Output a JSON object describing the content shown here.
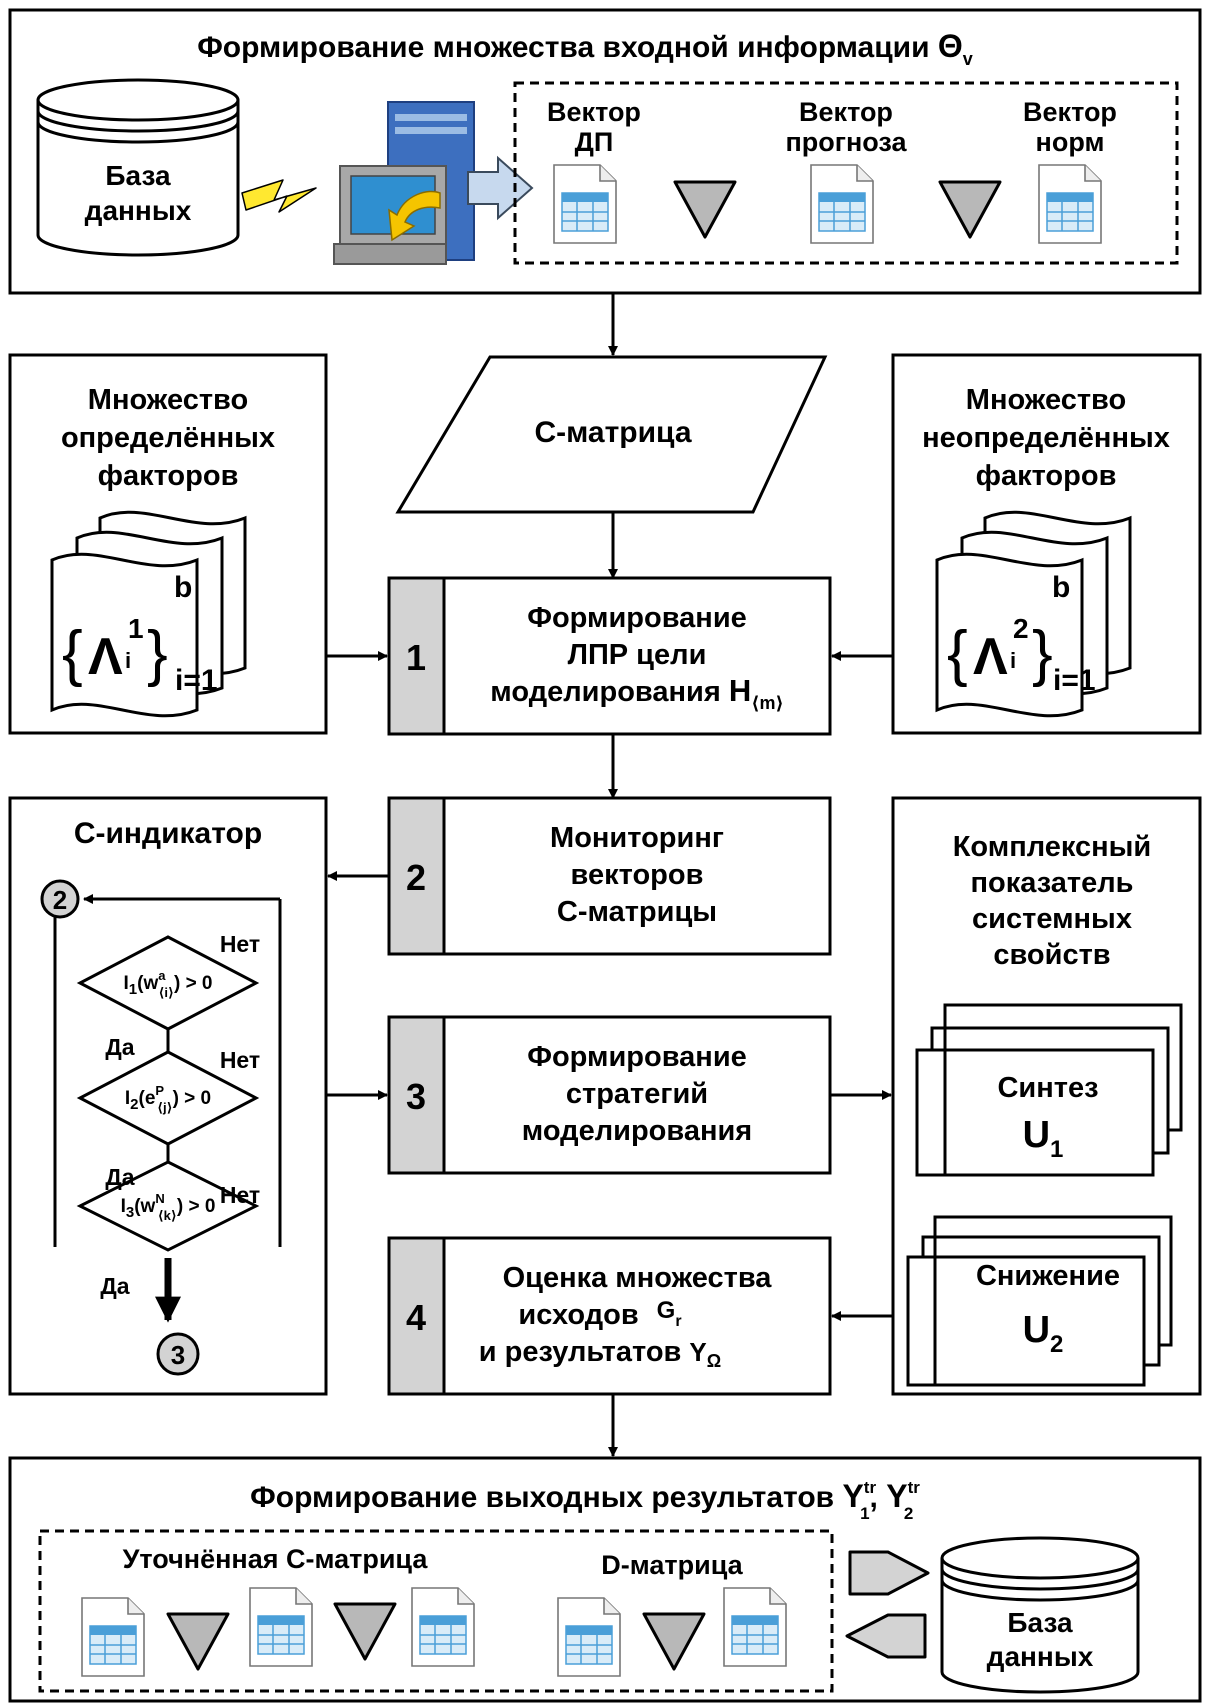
{
  "top_block": {
    "title": "Формирование множества входной информации",
    "title_symbol": "Θ",
    "title_symbol_sub": "v",
    "database_label": [
      "База",
      "данных"
    ],
    "vectors": [
      {
        "label": [
          "Вектор",
          "ДП"
        ]
      },
      {
        "label": [
          "Вектор",
          "прогноза"
        ]
      },
      {
        "label": [
          "Вектор",
          "норм"
        ]
      }
    ]
  },
  "c_matrix": {
    "label": "С-матрица"
  },
  "left_factors": {
    "title": [
      "Множество",
      "определённых",
      "факторов"
    ],
    "formula": {
      "symbol": "Λ",
      "sup": "1",
      "sub": "i",
      "upper": "b",
      "range": "i=1"
    }
  },
  "right_factors": {
    "title": [
      "Множество",
      "неопределённых",
      "факторов"
    ],
    "formula": {
      "symbol": "Λ",
      "sup": "2",
      "sub": "i",
      "upper": "b",
      "range": "i=1"
    }
  },
  "steps": [
    {
      "number": "1",
      "lines": [
        "Формирование",
        "ЛПР цели",
        "моделирования"
      ],
      "symbol": "H",
      "symbol_sub": "⟨m⟩"
    },
    {
      "number": "2",
      "lines": [
        "Мониторинг",
        "векторов",
        "С-матрицы"
      ]
    },
    {
      "number": "3",
      "lines": [
        "Формирование",
        "стратегий",
        "моделирования"
      ]
    },
    {
      "number": "4",
      "lines": [
        "Оценка множества",
        "исходов",
        "и результатов"
      ],
      "symbol_g": "G",
      "symbol_g_sub": "r",
      "symbol_y": "Y",
      "symbol_y_sub": "Ω"
    }
  ],
  "indicator": {
    "title": "С-индикатор",
    "start_node": "2",
    "end_node": "3",
    "conditions": [
      {
        "fn": "I",
        "idx": "1",
        "var": "w",
        "var_sup": "a",
        "var_sub": "⟨i⟩",
        "cmp": "> 0"
      },
      {
        "fn": "I",
        "idx": "2",
        "var": "e",
        "var_sup": "P",
        "var_sub": "⟨j⟩",
        "cmp": "> 0"
      },
      {
        "fn": "I",
        "idx": "3",
        "var": "w",
        "var_sup": "N",
        "var_sub": "⟨k⟩",
        "cmp": "> 0"
      }
    ],
    "yes_label": "Да",
    "no_label": "Нет"
  },
  "complex_indicator": {
    "title": [
      "Комплексный",
      "показатель",
      "системных",
      "свойств"
    ],
    "cards": [
      {
        "label": "Синтез",
        "symbol": "U",
        "sub": "1"
      },
      {
        "label": "Снижение",
        "symbol": "U",
        "sub": "2"
      }
    ]
  },
  "bottom_block": {
    "title": "Формирование выходных результатов",
    "symbol": "Y",
    "sym1_sub": "1",
    "sym2_sub": "2",
    "sym_sup": "tr",
    "refined_label": "Уточнённая С-матрица",
    "d_matrix_label": "D-матрица",
    "database_label": [
      "База",
      "данных"
    ]
  },
  "colors": {
    "grey_fill": "#d3d3d3",
    "triangle_fill": "#b8b8b8",
    "doc_blue": "#4a9fd8",
    "arrow_fill": "#c7d9ee",
    "monitor_frame": "#a8a8a8",
    "screen_blue": "#2f8fd0",
    "tower_blue": "#3d6fbf",
    "bolt_yellow": "#ffe830",
    "curve_yellow": "#f5c400"
  },
  "icons": [
    "database-icon",
    "computer-icon",
    "document-table-icon",
    "triangle-down-icon",
    "lightning-icon",
    "arrow-right-icon",
    "arrow-left-icon"
  ]
}
